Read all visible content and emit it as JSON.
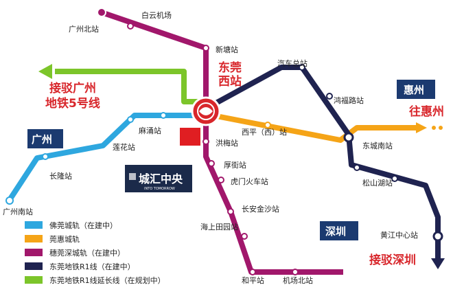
{
  "colors": {
    "foshan": "#2ea7df",
    "guanhui": "#f5a417",
    "suiguan": "#a1176b",
    "r1": "#1f2350",
    "r1ext": "#7cc52a",
    "red": "#d8262b",
    "navy": "#1b3a70"
  },
  "labels": {
    "guangzhou_north": "广州北站",
    "baiyun": "白云机场",
    "xintang": "新塘站",
    "dongguan_west_1": "东莞",
    "dongguan_west_2": "西站",
    "qiche": "汽车总站",
    "hongfu": "鸿福路站",
    "jiejun1": "接驳广州",
    "jiejun2": "地铁5号线",
    "huizhou": "惠州",
    "wanghuizhou": "往惠州",
    "guangzhou": "广州",
    "machong": "麻涌站",
    "lianhua": "莲花站",
    "xiping": "西平（西）站",
    "hongmei": "洪梅站",
    "dongcheng_south": "东城南站",
    "changlong": "长隆站",
    "project_logo": "城汇中央",
    "project_small": "INTO TOMORROW",
    "houjie": "厚街站",
    "humen": "虎门火车站",
    "songshanhu": "松山湖站",
    "guangzhou_south": "广州南站",
    "changan": "长安金沙站",
    "shenzhen": "深圳",
    "haishang": "海上田园站",
    "huangjiang": "黄江中心站",
    "hoping": "和平站",
    "airport_north": "机场北站",
    "jiebo_shenzhen": "接驳深圳"
  },
  "legend": [
    {
      "label": "佛莞城轨（在建中）",
      "color": "#2ea7df"
    },
    {
      "label": "莞惠城轨",
      "color": "#f5a417"
    },
    {
      "label": "穗莞深城轨（在建中）",
      "color": "#a1176b"
    },
    {
      "label": "东莞地铁R1线（在建中）",
      "color": "#1f2350"
    },
    {
      "label": "东莞地铁R1线延长线（在规划中）",
      "color": "#7cc52a"
    }
  ]
}
